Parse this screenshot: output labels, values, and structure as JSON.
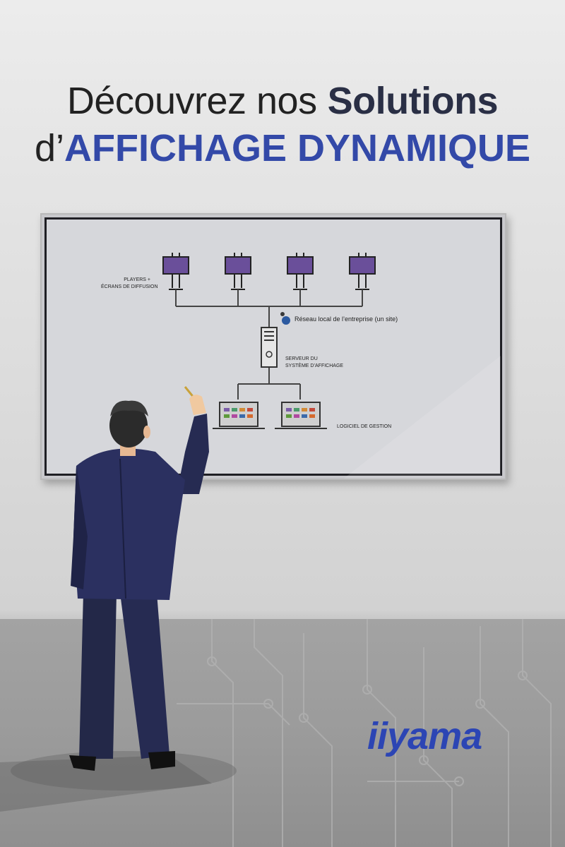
{
  "headline": {
    "line1_light": "Découvrez nos",
    "line1_bold": "Solutions",
    "line2_light": "d’",
    "line2_accent": "AFFICHAGE DYNAMIQUE"
  },
  "diagram": {
    "players_label_1": "PLAYERS +",
    "players_label_2": "ÉCRANS DE DIFFUSION",
    "network_label": "Réseau local de l’entreprise (un site)",
    "server_label_1": "SERVEUR DU",
    "server_label_2": "SYSTÈME D’AFFICHAGE",
    "software_label": "LOGICIEL DE GESTION"
  },
  "brand": {
    "logo_text": "iiyama"
  },
  "colors": {
    "accent": "#3349a8",
    "screen": "#6a4f9a",
    "logo": "#2c45b4"
  }
}
